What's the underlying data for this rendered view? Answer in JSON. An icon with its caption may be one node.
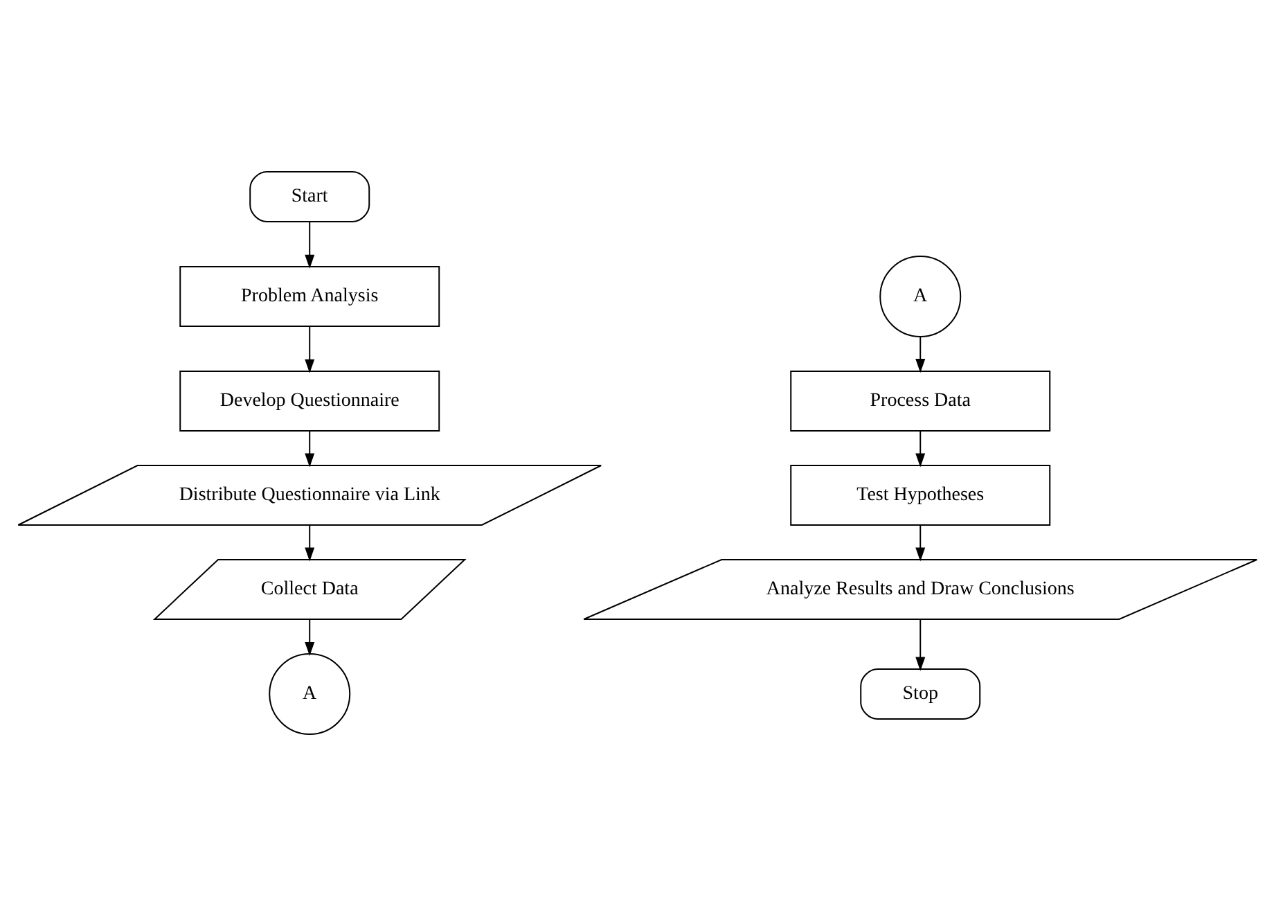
{
  "diagram": {
    "nodes": [
      {
        "text": [
          "Start"
        ]
      },
      {
        "text": [
          "Problem Analysis"
        ]
      },
      {
        "text": [
          "Develop Questionnaire"
        ]
      },
      {
        "text": [
          "Distribute Questionnaire via Link"
        ]
      },
      {
        "text": [
          "Collect Data"
        ]
      },
      {
        "text": [
          "A"
        ]
      },
      {
        "text": [
          "A"
        ]
      },
      {
        "text": [
          "Process Data"
        ]
      },
      {
        "text": [
          "Test Hypotheses"
        ]
      },
      {
        "text": [
          "Analyze Results and Draw Conclusions"
        ]
      },
      {
        "text": [
          "Stop"
        ]
      }
    ],
    "edges": [
      {
        "from": 0,
        "to": 1,
        "arrow": "to"
      },
      {
        "from": 1,
        "to": 2,
        "arrow": "to"
      },
      {
        "from": 2,
        "to": 3,
        "arrow": "to"
      },
      {
        "from": 3,
        "to": 4,
        "arrow": "to"
      },
      {
        "from": 4,
        "to": 5,
        "arrow": "to"
      },
      {
        "from": 6,
        "to": 7,
        "arrow": "to"
      },
      {
        "from": 7,
        "to": 8,
        "arrow": "to"
      },
      {
        "from": 8,
        "to": 9,
        "arrow": "to"
      },
      {
        "from": 9,
        "to": 10,
        "arrow": "to"
      }
    ]
  }
}
